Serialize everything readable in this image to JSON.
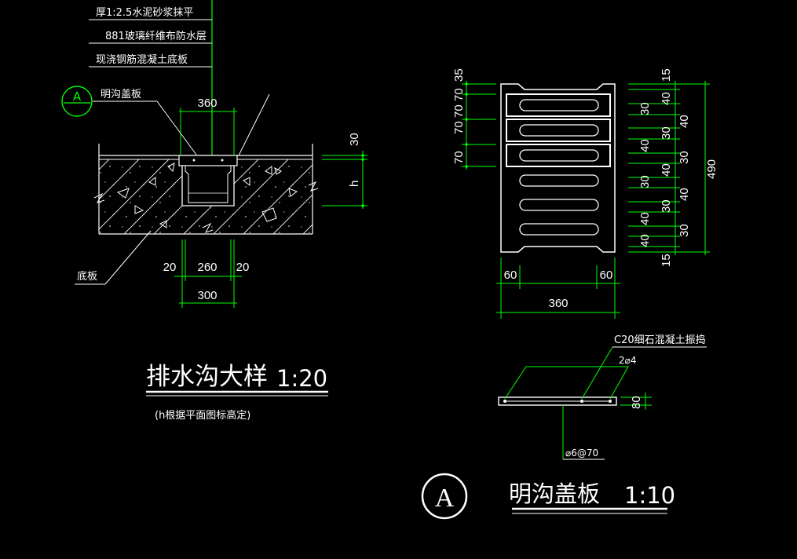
{
  "left_detail": {
    "layer_labels": [
      "厚1:2.5水泥砂浆抹平",
      "881玻璃纤维布防水层",
      "现浇钢筋混凝土底板"
    ],
    "ref_letter": "A",
    "cover_label": "明沟盖板",
    "base_label": "底板",
    "dims": {
      "top_width": "360",
      "depth_30": "30",
      "depth_h": "h",
      "wall_left": "20",
      "inner_width": "260",
      "wall_right": "20",
      "outer_width": "300"
    },
    "title": "排水沟大样",
    "scale": "1:20",
    "note": "(h根据平面图标高定)"
  },
  "plan_view": {
    "left_dims": [
      "70",
      "35",
      "70",
      "70",
      "70"
    ],
    "right_dims": [
      "15",
      "40",
      "30",
      "40",
      "30",
      "40",
      "30",
      "40",
      "30",
      "40",
      "30",
      "40",
      "30",
      "40",
      "15"
    ],
    "height_total": "490",
    "edge_left": "60",
    "edge_right": "60",
    "width_total": "360"
  },
  "section_view": {
    "concrete_label": "C20细石混凝土振捣",
    "rebar_label": "2⌀4",
    "stirrup_label": "⌀6@70",
    "thickness": "80"
  },
  "detail_a": {
    "letter": "A",
    "title": "明沟盖板",
    "scale": "1:10"
  },
  "colors": {
    "line": "#ffffff",
    "dimension": "#00ff00",
    "background": "#000000"
  }
}
